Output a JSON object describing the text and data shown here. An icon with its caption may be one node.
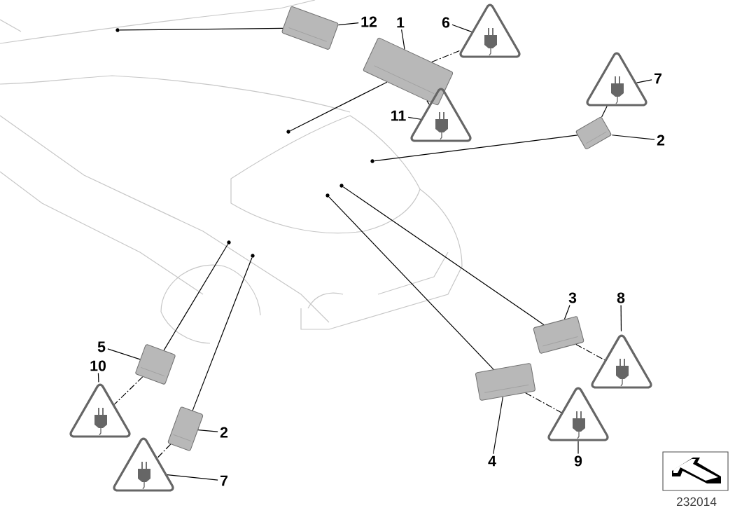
{
  "diagram": {
    "nodes": [
      {
        "text": [
          "12"
        ]
      },
      {
        "text": [],
        "shape": "picture"
      },
      {
        "text": [],
        "shape": "circle"
      },
      {
        "text": [
          "1"
        ]
      },
      {
        "text": [],
        "shape": "picture"
      },
      {
        "text": [],
        "shape": "circle"
      },
      {
        "text": [
          "6"
        ]
      },
      {
        "text": [],
        "shape": "picture"
      },
      {
        "text": [
          "11"
        ]
      },
      {
        "text": [],
        "shape": "picture"
      },
      {
        "text": [
          "7"
        ]
      },
      {
        "text": [],
        "shape": "picture"
      },
      {
        "text": [
          "2"
        ]
      },
      {
        "text": [],
        "shape": "picture"
      },
      {
        "text": [],
        "shape": "circle"
      },
      {
        "text": [
          "3"
        ]
      },
      {
        "text": [],
        "shape": "picture"
      },
      {
        "text": [],
        "shape": "circle"
      },
      {
        "text": [
          "8"
        ]
      },
      {
        "text": [],
        "shape": "picture"
      },
      {
        "text": [
          "4"
        ]
      },
      {
        "text": [],
        "shape": "picture"
      },
      {
        "text": [],
        "shape": "circle"
      },
      {
        "text": [
          "9"
        ]
      },
      {
        "text": [],
        "shape": "picture"
      },
      {
        "text": [
          "5"
        ]
      },
      {
        "text": [],
        "shape": "picture"
      },
      {
        "text": [],
        "shape": "circle"
      },
      {
        "text": [
          "10"
        ]
      },
      {
        "text": [],
        "shape": "picture"
      },
      {
        "text": [
          "2"
        ]
      },
      {
        "text": [],
        "shape": "picture"
      },
      {
        "text": [],
        "shape": "circle"
      },
      {
        "text": [
          "7"
        ]
      },
      {
        "text": [],
        "shape": "picture"
      }
    ],
    "edges": [
      {
        "from": 0,
        "to": 1,
        "arrow": "none"
      },
      {
        "from": 1,
        "to": 2,
        "arrow": "none"
      },
      {
        "from": 3,
        "to": 4,
        "arrow": "none"
      },
      {
        "from": 4,
        "to": 5,
        "arrow": "none"
      },
      {
        "from": 6,
        "to": 7,
        "arrow": "none"
      },
      {
        "from": 4,
        "to": 7,
        "arrow": "none",
        "style": "dashed"
      },
      {
        "from": 8,
        "to": 9,
        "arrow": "none"
      },
      {
        "from": 4,
        "to": 9,
        "arrow": "none",
        "style": "dashed"
      },
      {
        "from": 10,
        "to": 11,
        "arrow": "none"
      },
      {
        "from": 12,
        "to": 13,
        "arrow": "none"
      },
      {
        "from": 13,
        "to": 11,
        "arrow": "none"
      },
      {
        "from": 13,
        "to": 14,
        "arrow": "none"
      },
      {
        "from": 15,
        "to": 16,
        "arrow": "none"
      },
      {
        "from": 16,
        "to": 17,
        "arrow": "none"
      },
      {
        "from": 18,
        "to": 19,
        "arrow": "none"
      },
      {
        "from": 16,
        "to": 19,
        "arrow": "none",
        "style": "dashed"
      },
      {
        "from": 20,
        "to": 21,
        "arrow": "none"
      },
      {
        "from": 21,
        "to": 22,
        "arrow": "none"
      },
      {
        "from": 23,
        "to": 24,
        "arrow": "none"
      },
      {
        "from": 21,
        "to": 24,
        "arrow": "none",
        "style": "dashed"
      },
      {
        "from": 25,
        "to": 26,
        "arrow": "none"
      },
      {
        "from": 26,
        "to": 27,
        "arrow": "none"
      },
      {
        "from": 28,
        "to": 29,
        "arrow": "none"
      },
      {
        "from": 26,
        "to": 29,
        "arrow": "none",
        "style": "dashed"
      },
      {
        "from": 30,
        "to": 31,
        "arrow": "none"
      },
      {
        "from": 31,
        "to": 32,
        "arrow": "none"
      },
      {
        "from": 33,
        "to": 34,
        "arrow": "none"
      },
      {
        "from": 31,
        "to": 34,
        "arrow": "none",
        "style": "dashed"
      }
    ],
    "labels": [
      "232014"
    ]
  }
}
